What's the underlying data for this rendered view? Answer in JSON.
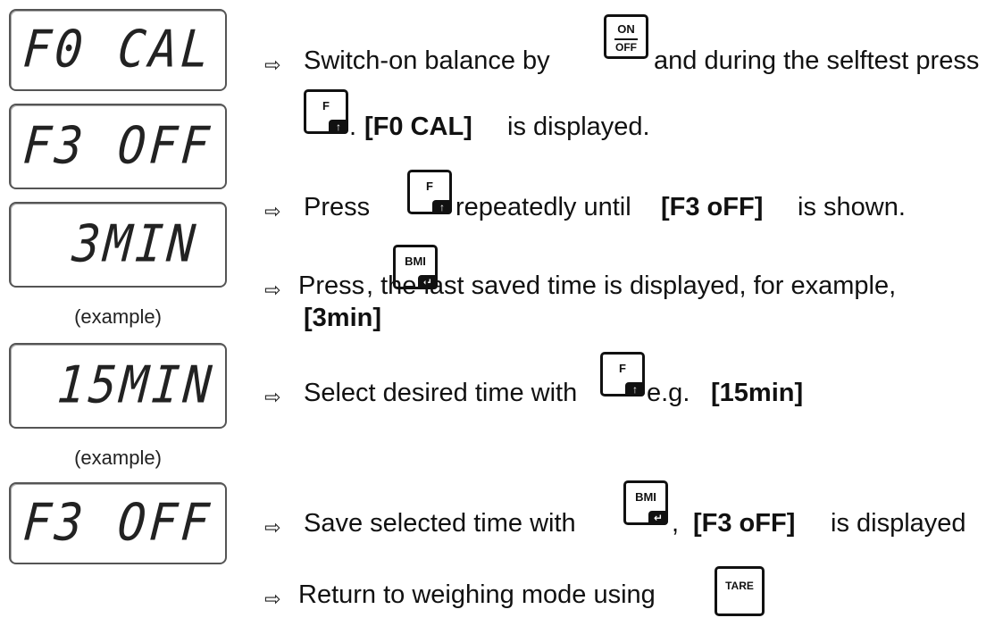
{
  "displays": [
    "F0 CAL",
    "F3 OFF",
    "3MIN",
    "15MIN",
    "F3 OFF"
  ],
  "captions": [
    "(example)",
    "(example)"
  ],
  "arrow": "⇨",
  "keys": {
    "onoff_top": "ON",
    "onoff_bottom": "OFF",
    "f": "F",
    "f_corner": "↑",
    "bmi": "BMI",
    "bmi_corner": "↵",
    "tare": "TARE"
  },
  "steps": {
    "s1_a": "Switch-on balance by",
    "s1_b": "and during the selftest press",
    "s1_c": ".",
    "s1_d": "[F0 CAL]",
    "s1_e": "is displayed.",
    "s2_a": "Press",
    "s2_b": "repeatedly until",
    "s2_c": "[F3 oFF]",
    "s2_d": "is shown.",
    "s3_a": "Press",
    "s3_b": ", the last saved time is displayed, for example,",
    "s3_c": "[3min]",
    "s4_a": "Select desired time with",
    "s4_b": "e.g.",
    "s4_c": "[15min]",
    "s5_a": "Save selected time with",
    "s5_b": ",",
    "s5_c": "[F3 oFF]",
    "s5_d": "is displayed",
    "s6_a": "Return to weighing mode using"
  }
}
